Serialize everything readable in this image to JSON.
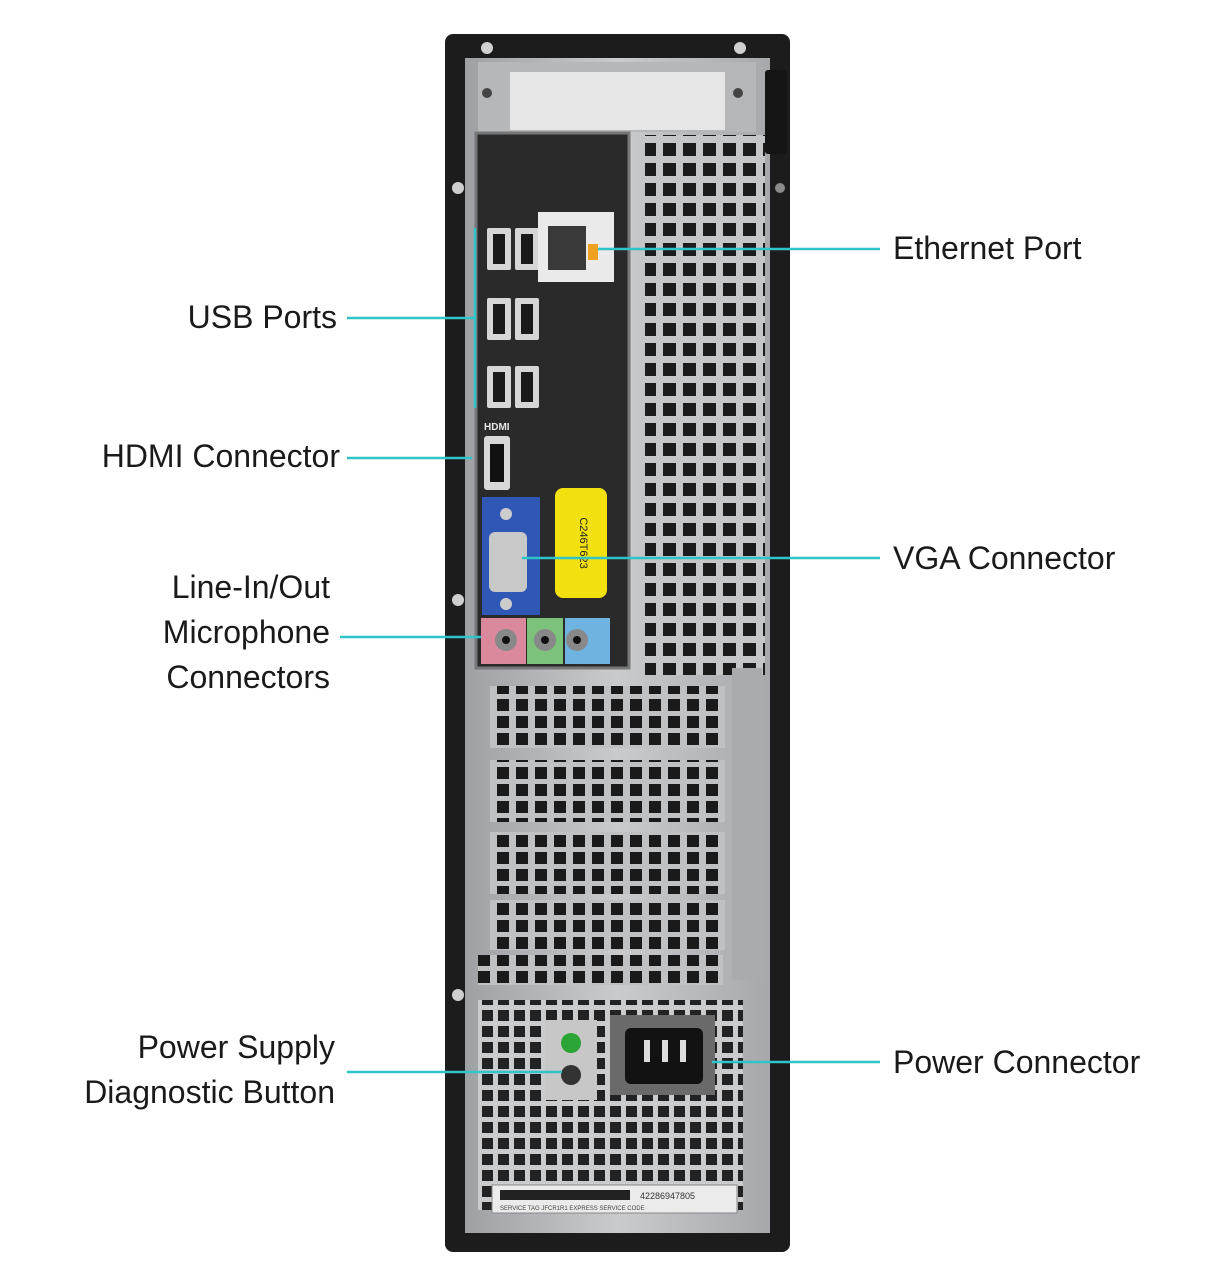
{
  "labels": {
    "ethernet": "Ethernet Port",
    "usb": "USB Ports",
    "hdmi": "HDMI Connector",
    "vga": "VGA Connector",
    "audio": [
      "Line-In/Out",
      "Microphone",
      "Connectors"
    ],
    "psu_diag": [
      "Power Supply",
      "Diagnostic Button"
    ],
    "power": "Power Connector"
  },
  "panel_text": {
    "hdmi_tag": "HDMI",
    "sticker_code": "C246T623",
    "service_tag_number": "42286947805",
    "service_tag_caption": "SERVICE TAG JFCR1R1 EXPRESS SERVICE CODE"
  },
  "colors": {
    "leader_line": "#2ec4c8",
    "chassis": "#1c1c1c",
    "metal": "#b9bbbd",
    "vga_blue": "#2f57b6",
    "sticker_yellow": "#f2e10e",
    "audio_pink": "#d9899b",
    "audio_green": "#7cc27a",
    "audio_blue": "#6fb3e0"
  }
}
